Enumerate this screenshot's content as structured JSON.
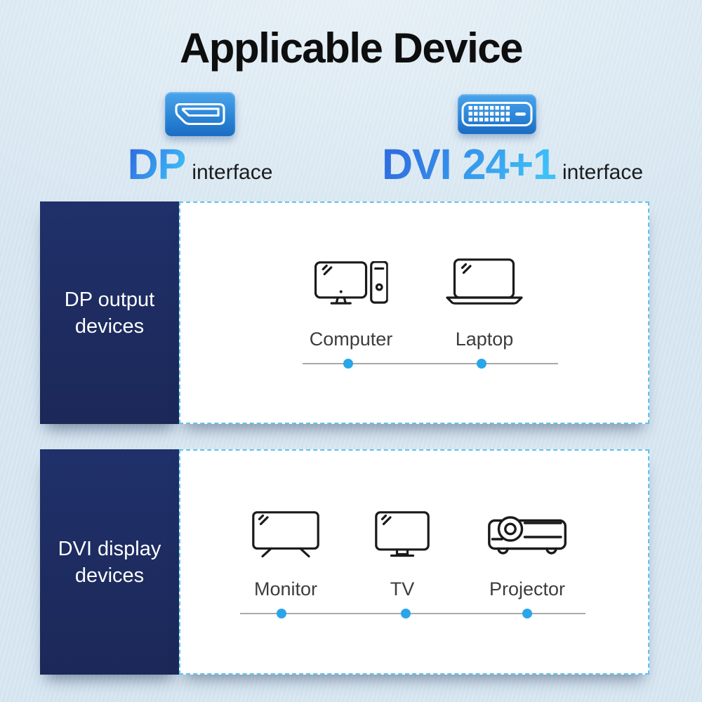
{
  "title": "Applicable Device",
  "interfaces": {
    "dp": {
      "name": "DP",
      "suffix": "interface",
      "icon": "displayport-connector-icon"
    },
    "dvi": {
      "name": "DVI 24+1",
      "suffix": "interface",
      "icon": "dvi-24plus1-connector-icon"
    }
  },
  "sections": {
    "dp_output": {
      "label_line1": "DP output",
      "label_line2": "devices",
      "devices": [
        {
          "name": "Computer",
          "icon": "computer-icon"
        },
        {
          "name": "Laptop",
          "icon": "laptop-icon"
        }
      ]
    },
    "dvi_display": {
      "label_line1": "DVI display",
      "label_line2": "devices",
      "devices": [
        {
          "name": "Monitor",
          "icon": "monitor-icon"
        },
        {
          "name": "TV",
          "icon": "tv-icon"
        },
        {
          "name": "Projector",
          "icon": "projector-icon"
        }
      ]
    }
  },
  "colors": {
    "background": "#d8e7f1",
    "panel_navy": "#1d2b5e",
    "chip_gradient_top": "#4ba5eb",
    "chip_gradient_bottom": "#1a6cc2",
    "headline_text": "#0e0e0e",
    "interface_text_gradient_start": "#2f6fe0",
    "interface_text_gradient_end": "#3ec0f8",
    "device_label_text": "#3d3d3d",
    "connection_line": "#a9a9a9",
    "connection_dot": "#29a6e8",
    "dashed_border": "#5fc3ec"
  }
}
